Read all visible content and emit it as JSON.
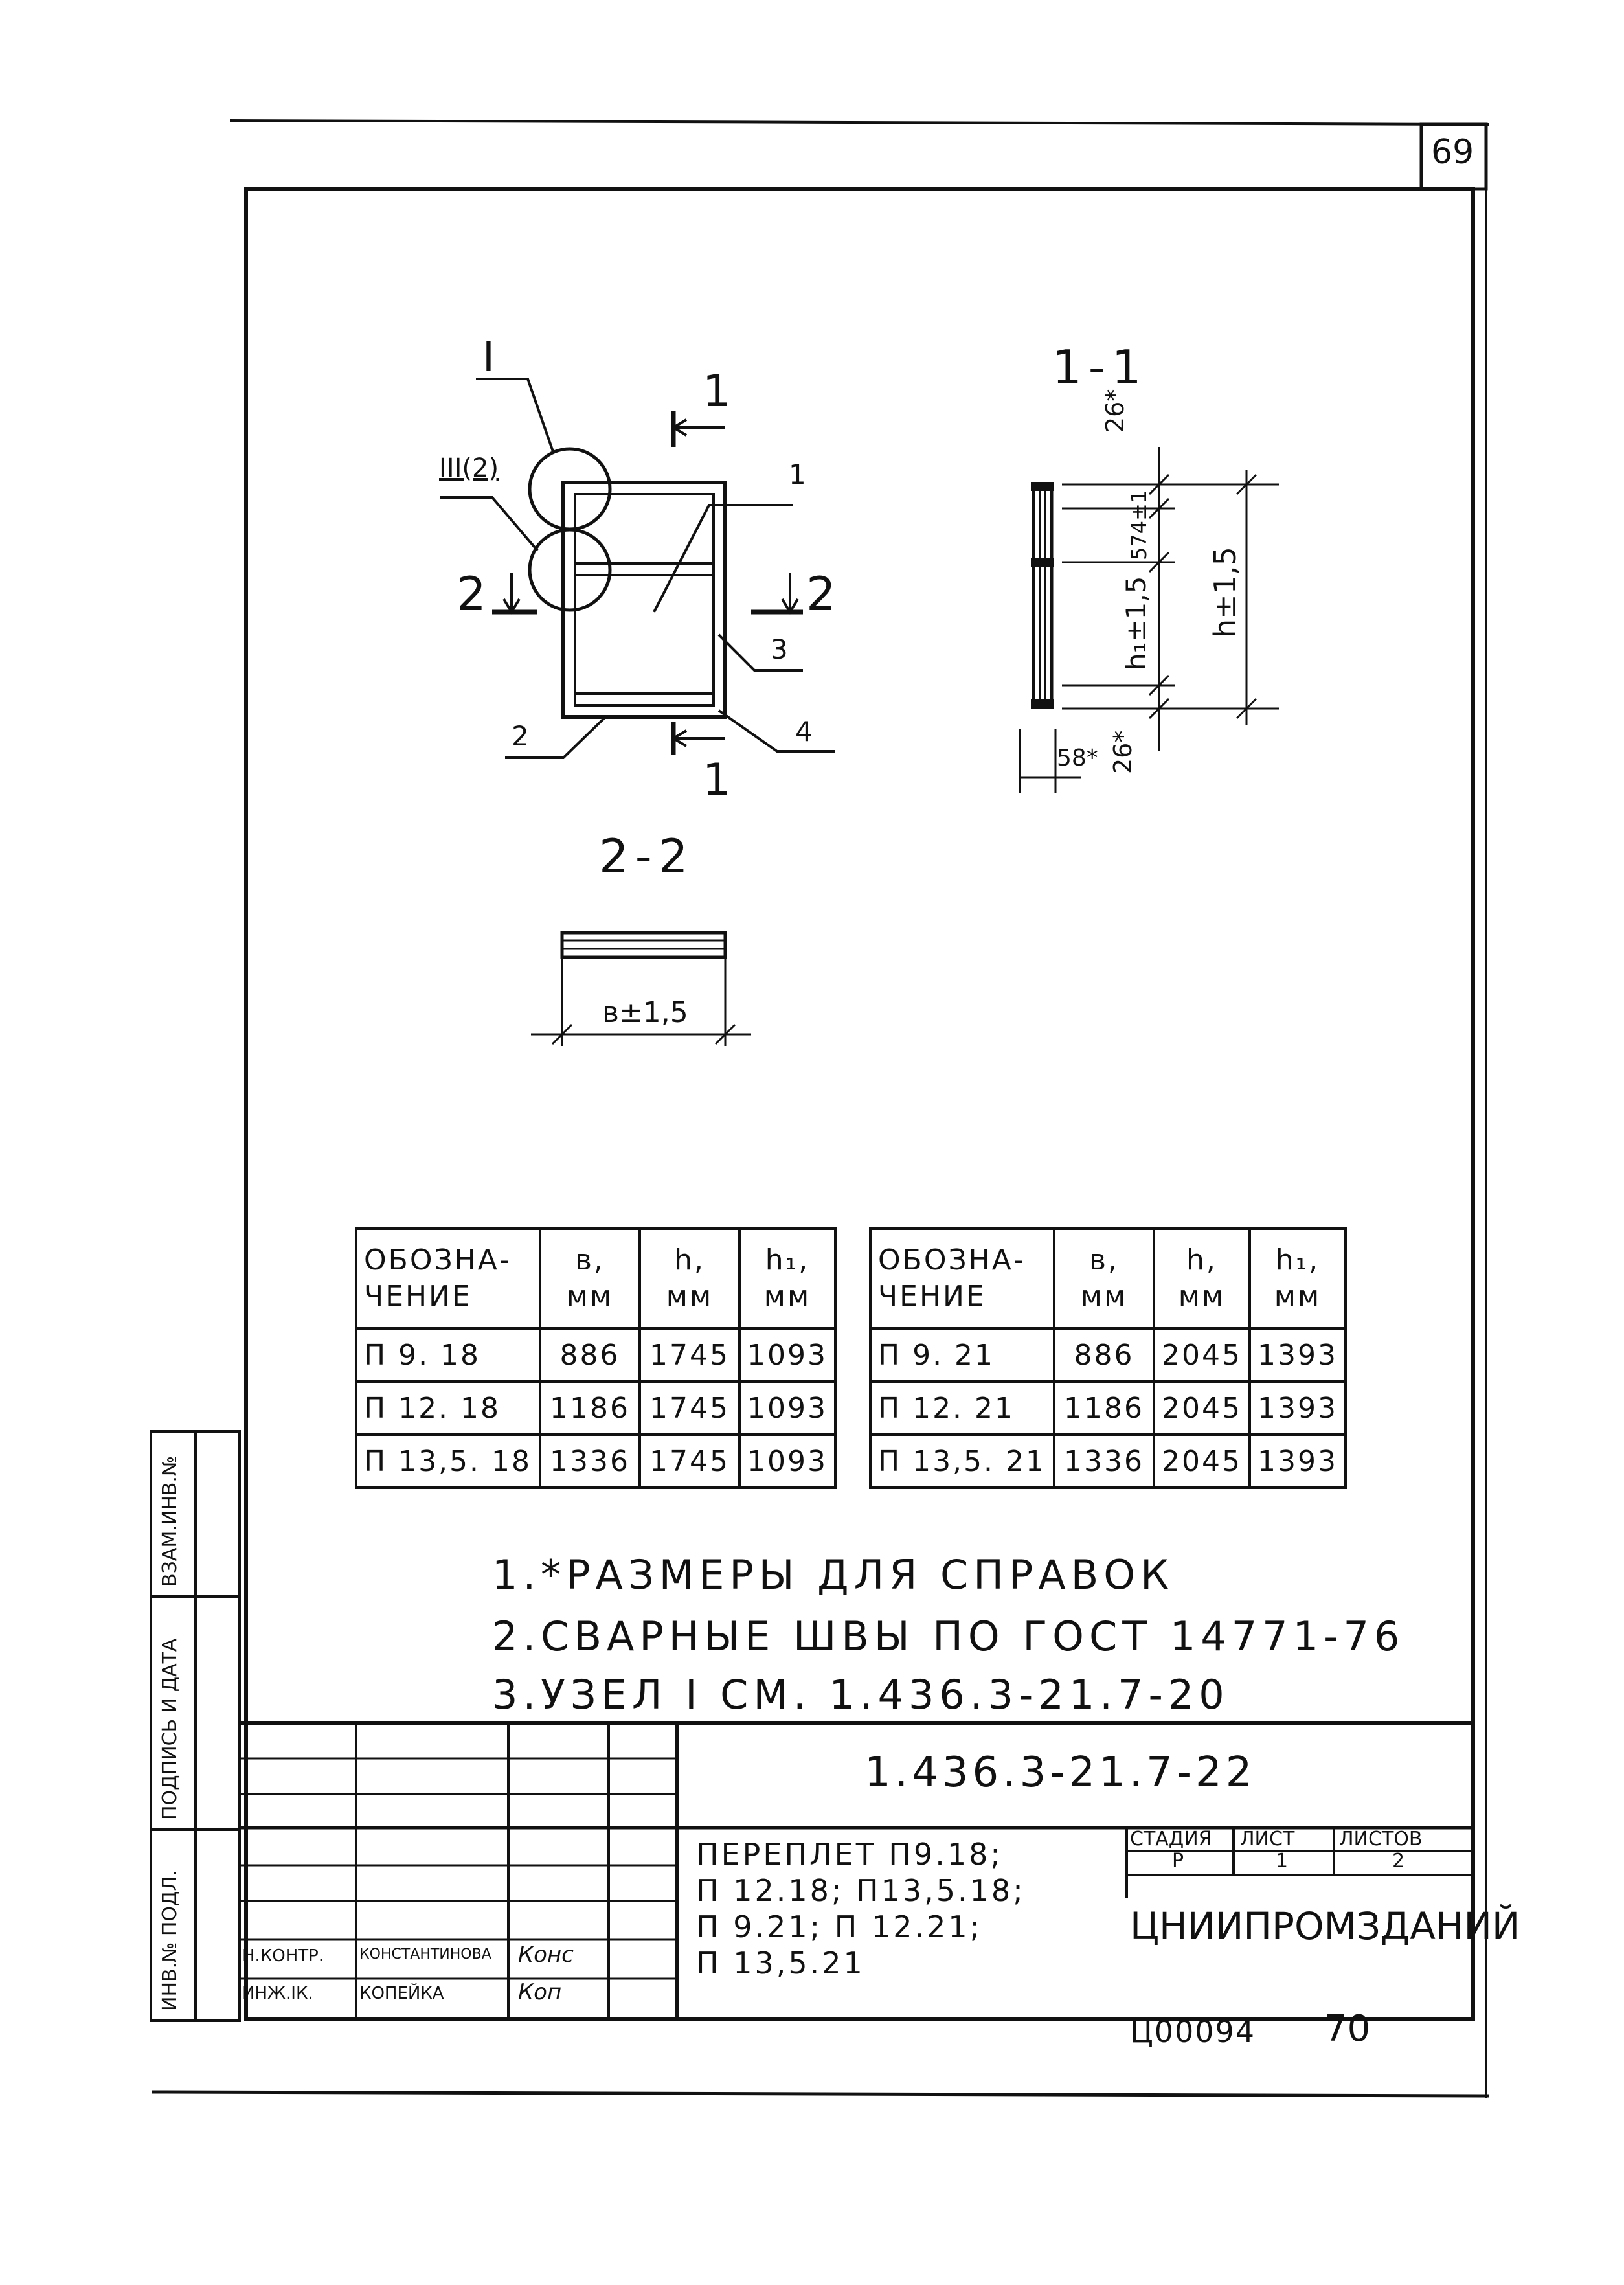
{
  "sheet": {
    "corner_number": "69",
    "bottom_number": "70",
    "archive_code": "Ц00094"
  },
  "views": {
    "label_node_I": "I",
    "label_node_III": "III(2)",
    "section_1_mark": "1",
    "section_2_mark": "2",
    "callout_1": "1",
    "callout_2": "2",
    "callout_3": "3",
    "callout_4": "4",
    "title_1_1": "1-1",
    "title_2_2": "2-2",
    "dim_26_top": "26*",
    "dim_574": "574±1",
    "dim_h1": "h₁±1,5",
    "dim_h": "h±1,5",
    "dim_26_bottom": "26*",
    "dim_58": "58*",
    "dim_b": "в±1,5"
  },
  "table": {
    "headers": [
      [
        "ОБОЗНА-",
        "ЧЕНИЕ"
      ],
      [
        "в,",
        "мм"
      ],
      [
        "h,",
        "мм"
      ],
      [
        "h₁,",
        "мм"
      ],
      [
        "ОБОЗНА-",
        "ЧЕНИЕ"
      ],
      [
        "в,",
        "мм"
      ],
      [
        "h,",
        "мм"
      ],
      [
        "h₁,",
        "мм"
      ]
    ],
    "rows": [
      [
        "П 9. 18",
        "886",
        "1745",
        "1093",
        "П 9. 21",
        "886",
        "2045",
        "1393"
      ],
      [
        "П 12. 18",
        "1186",
        "1745",
        "1093",
        "П 12. 21",
        "1186",
        "2045",
        "1393"
      ],
      [
        "П 13,5. 18",
        "1336",
        "1745",
        "1093",
        "П 13,5. 21",
        "1336",
        "2045",
        "1393"
      ]
    ]
  },
  "notes": [
    "1.*РАЗМЕРЫ ДЛЯ СПРАВОК",
    "2.СВАРНЫЕ ШВЫ ПО ГОСТ 14771-76",
    "3.УЗЕЛ I СМ. 1.436.3-21.7-20"
  ],
  "side_stamp": {
    "col1": "ИНВ.№ ПОДЛ.",
    "col2": "ПОДПИСЬ И ДАТА",
    "col3": "ВЗАМ.ИНВ.№"
  },
  "title_block": {
    "doc_code": "1.436.3-21.7-22",
    "title_lines": [
      "ПЕРЕПЛЕТ П9.18;",
      "П 12.18; П13,5.18;",
      "П 9.21; П 12.21;",
      "П 13,5.21"
    ],
    "stage_header": "СТАДИЯ",
    "sheet_header": "ЛИСТ",
    "sheets_header": "ЛИСТОВ",
    "stage_value": "Р",
    "sheet_value": "1",
    "sheets_value": "2",
    "organization": "ЦНИИПРОМЗДАНИЙ",
    "signers": [
      {
        "role": "Н.КОНТР.",
        "name": "КОНСТАНТИНОВА",
        "signature": "Конс"
      },
      {
        "role": "ИНЖ.IК.",
        "name": "КОПЕЙКА",
        "signature": "Коп"
      }
    ]
  }
}
